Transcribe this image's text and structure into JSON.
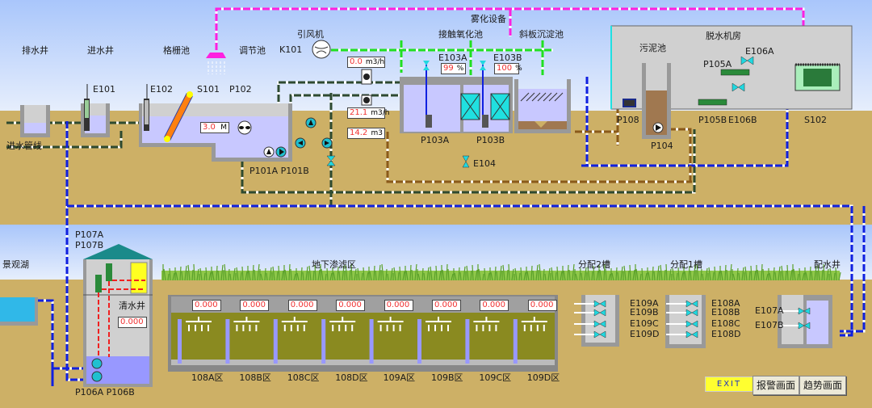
{
  "labels": {
    "drain_well": "排水井",
    "inlet_well": "进水井",
    "screen_tank": "格栅池",
    "regulating_tank": "调节池",
    "fan": "引风机",
    "fan_id": "K101",
    "inlet_pipeline": "进水管线",
    "e101": "E101",
    "e102": "E102",
    "s101": "S101",
    "p102": "P102",
    "p101": "P101A P101B",
    "atomizer": "雾化设备",
    "contact_oxidation": "接触氧化池",
    "inclined_settler": "斜板沉淀池",
    "e103a": "E103A",
    "e103b": "E103B",
    "p103a": "P103A",
    "p103b": "P103B",
    "e104": "E104",
    "sludge_tank": "污泥池",
    "dewatering_room": "脱水机房",
    "e106a": "E106A",
    "p105a": "P105A",
    "p105b": "P105B",
    "e106b": "E106B",
    "s102": "S102",
    "p108": "P108",
    "p104": "P104",
    "p107a": "P107A",
    "p107b": "P107B",
    "landscape_lake": "景观湖",
    "clear_well": "清水井",
    "subsurface_zone": "地下渗滤区",
    "p106": "P106A P106B",
    "dist_tank_2": "分配2槽",
    "dist_tank_1": "分配1槽",
    "water_dist_well": "配水井",
    "e109": [
      "E109A",
      "E109B",
      "E109C",
      "E109D"
    ],
    "e108": [
      "E108A",
      "E108B",
      "E108C",
      "E108D"
    ],
    "e107": [
      "E107A",
      "E107B"
    ]
  },
  "readouts": {
    "level": {
      "value": "3.0",
      "unit": "M"
    },
    "flow_in": {
      "value": "0.0",
      "unit": "m3/h"
    },
    "flow_out": {
      "value": "21.1",
      "unit": "m3/h"
    },
    "volume": {
      "value": "14.2",
      "unit": "m3"
    },
    "e103a": {
      "value": "99",
      "unit": "%"
    },
    "e103b": {
      "value": "100",
      "unit": "%"
    },
    "clear_well": "0.000"
  },
  "zones": [
    {
      "name": "108A区",
      "value": "0.000"
    },
    {
      "name": "108B区",
      "value": "0.000"
    },
    {
      "name": "108C区",
      "value": "0.000"
    },
    {
      "name": "108D区",
      "value": "0.000"
    },
    {
      "name": "109A区",
      "value": "0.000"
    },
    {
      "name": "109B区",
      "value": "0.000"
    },
    {
      "name": "109C区",
      "value": "0.000"
    },
    {
      "name": "109D区",
      "value": "0.000"
    }
  ],
  "buttons": {
    "exit": "EXIT",
    "alarm": "报警画面",
    "trend": "趋势画面"
  },
  "colors": {
    "ground": "#CDB066",
    "sewage_pipe": "#2e4a30",
    "clean_pipe": "#1020e0",
    "sludge_pipe": "#8a5a1a",
    "air_pipe": "#20e020",
    "mist_pipe": "#ff20e0",
    "valve": "#20d8e0",
    "value_text": "#f03030"
  }
}
